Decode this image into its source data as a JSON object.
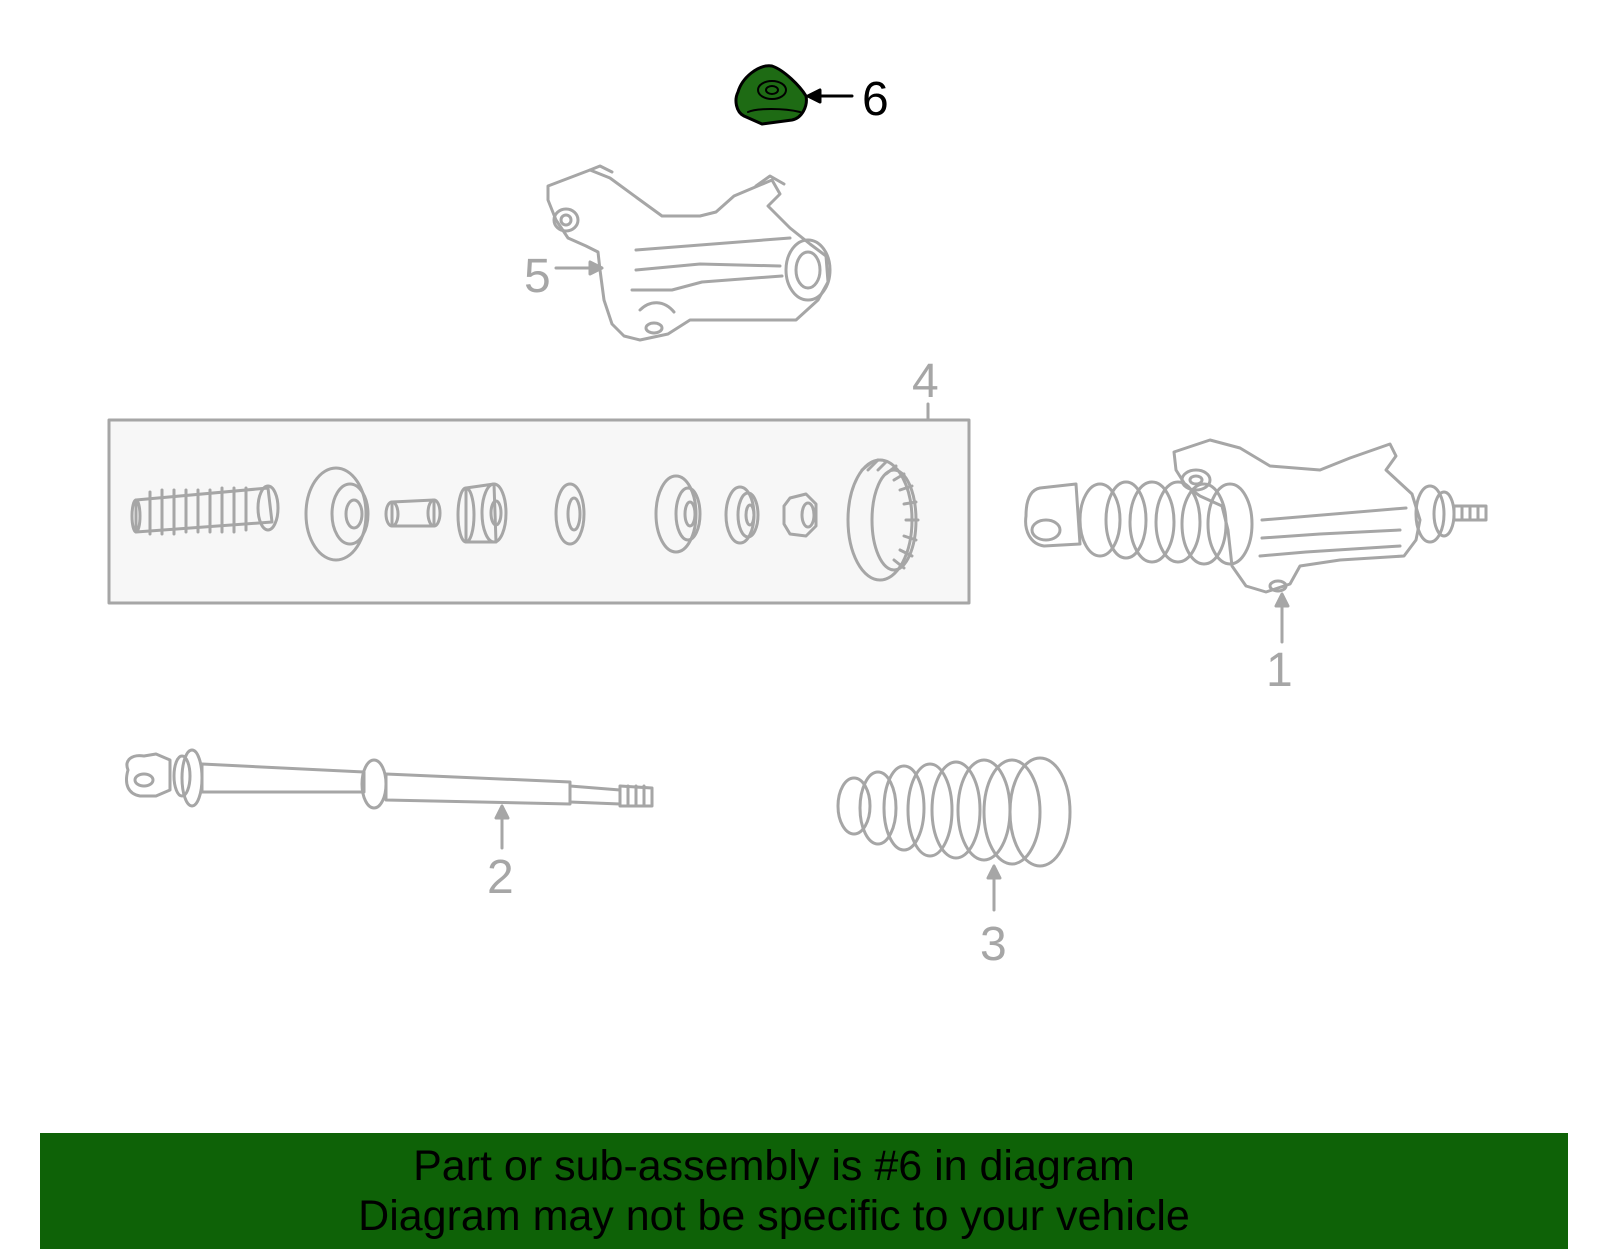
{
  "colors": {
    "highlight_fill": "#1e6b14",
    "part_stroke": "#a6a6a6",
    "active_stroke": "#000000",
    "banner_bg": "#0e6207",
    "kit_box_fill": "#f7f7f7"
  },
  "callouts": {
    "c1": "1",
    "c2": "2",
    "c3": "3",
    "c4": "4",
    "c5": "5",
    "c6": "6"
  },
  "banner": {
    "line1": "Part or sub-assembly is #6 in diagram",
    "line2": "Diagram may not be specific to your vehicle"
  }
}
